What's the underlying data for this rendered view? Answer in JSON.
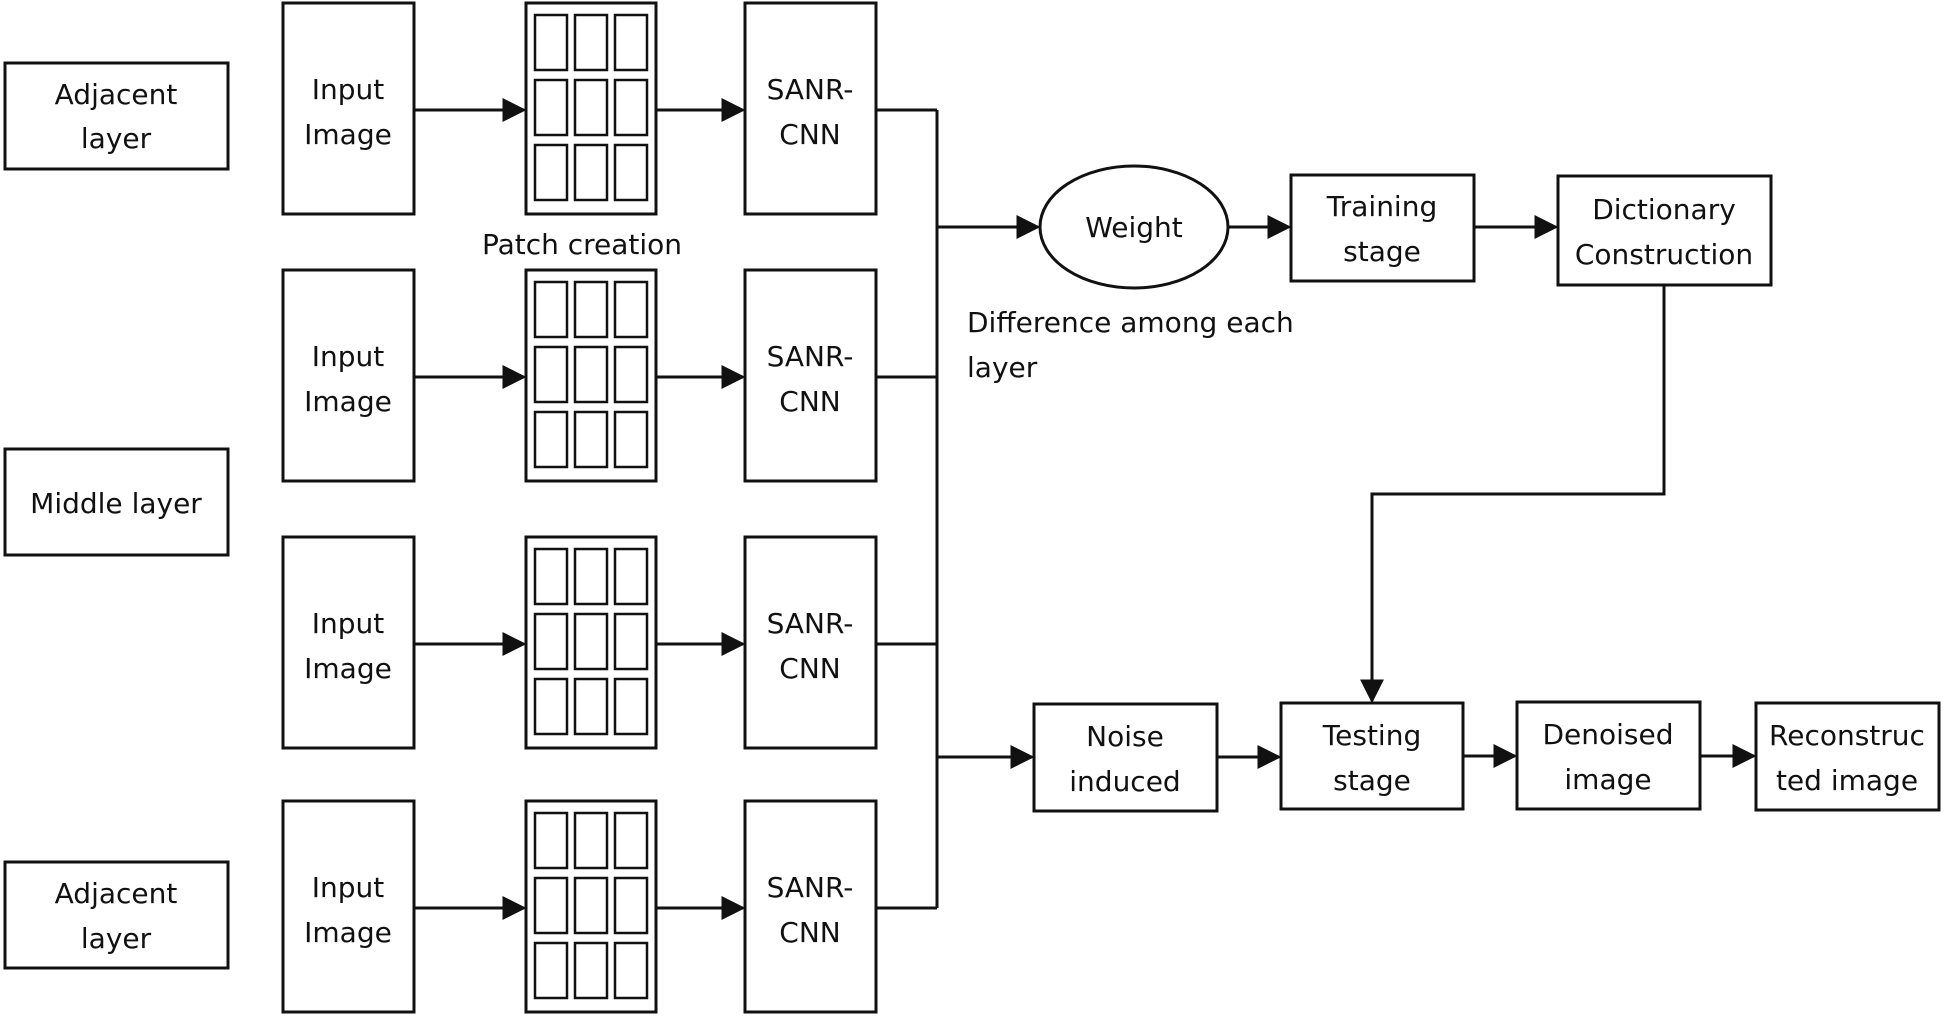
{
  "layer_labels": {
    "adjacent_top": [
      "Adjacent",
      "layer"
    ],
    "middle": [
      "Middle layer"
    ],
    "adjacent_bottom": [
      "Adjacent",
      "layer"
    ]
  },
  "rows": [
    {
      "input": [
        "Input",
        "Image"
      ],
      "sanr": [
        "SANR-",
        "CNN"
      ]
    },
    {
      "input": [
        "Input",
        "Image"
      ],
      "sanr": [
        "SANR-",
        "CNN"
      ]
    },
    {
      "input": [
        "Input",
        "Image"
      ],
      "sanr": [
        "SANR-",
        "CNN"
      ]
    },
    {
      "input": [
        "Input",
        "Image"
      ],
      "sanr": [
        "SANR-",
        "CNN"
      ]
    }
  ],
  "patch_caption": "Patch creation",
  "weight": [
    "Weight"
  ],
  "weight_caption": [
    "Difference among each",
    "layer"
  ],
  "training": [
    "Training",
    "stage"
  ],
  "dictionary": [
    "Dictionary",
    "Construction"
  ],
  "noise": [
    "Noise",
    "induced"
  ],
  "testing": [
    "Testing",
    "stage"
  ],
  "denoised": [
    "Denoised",
    "image"
  ],
  "reconstructed": [
    "Reconstruc",
    "ted image"
  ]
}
